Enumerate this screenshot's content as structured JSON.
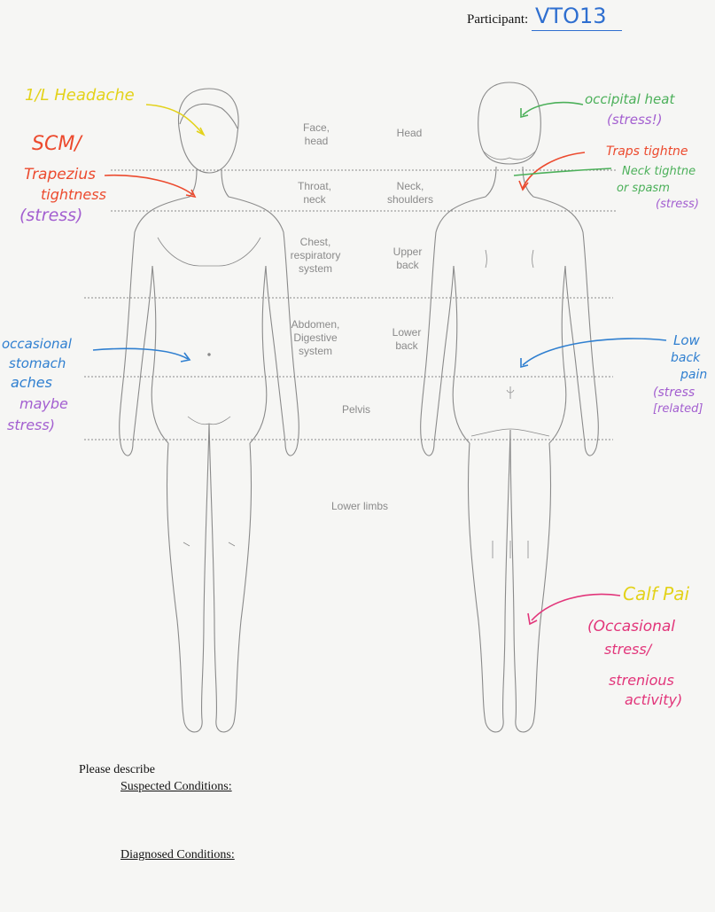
{
  "header": {
    "participant_label": "Participant:",
    "participant_id": "VTO13"
  },
  "regions": {
    "face_head": "Face,\nhead",
    "head": "Head",
    "throat_neck": "Throat,\nneck",
    "neck_shoulders": "Neck,\nshoulders",
    "chest": "Chest,\nrespiratory\nsystem",
    "upper_back": "Upper\nback",
    "abdomen": "Abdomen,\nDigestive\nsystem",
    "lower_back": "Lower\nback",
    "pelvis": "Pelvis",
    "lower_limbs": "Lower limbs"
  },
  "annotations": {
    "headache": {
      "text": "1/L Headache",
      "color": "#e3d21a"
    },
    "scm": {
      "line1": "SCM/",
      "line2": "Trapezius",
      "line3": "tightness",
      "line4": "(stress)",
      "color_red": "#ec4a2e",
      "color_purple": "#a35fd0"
    },
    "stomach": {
      "line1": "occasional",
      "line2": "stomach",
      "line3": "aches",
      "line4": "maybe",
      "line5": "stress)",
      "color_blue": "#2f7fd0",
      "color_purple": "#a35fd0"
    },
    "occipital": {
      "line1": "occipital heat",
      "line2": "(stress!)",
      "color_green": "#4cb05a",
      "color_purple": "#a35fd0"
    },
    "traps": {
      "line1": "Traps tightne",
      "color": "#ec4a2e"
    },
    "neck_tight": {
      "line1": "Neck tightne",
      "line2": "or spasm",
      "line3": "(stress)",
      "color_green": "#4cb05a",
      "color_purple": "#a35fd0"
    },
    "low_back": {
      "line1": "Low",
      "line2": "back",
      "line3": "pain",
      "line4": "(stress",
      "line5": "[related]",
      "color_blue": "#2f7fd0",
      "color_purple": "#a35fd0"
    },
    "calf": {
      "line1": "Calf Pai",
      "line2": "(Occasional",
      "line3": "stress/",
      "line4": "strenious",
      "line5": "activity)",
      "color_yellow": "#e3d21a",
      "color_pink": "#e2357a"
    }
  },
  "footer": {
    "please_describe": "Please describe",
    "suspected": "Suspected Conditions:",
    "diagnosed": "Diagnosed Conditions:"
  }
}
